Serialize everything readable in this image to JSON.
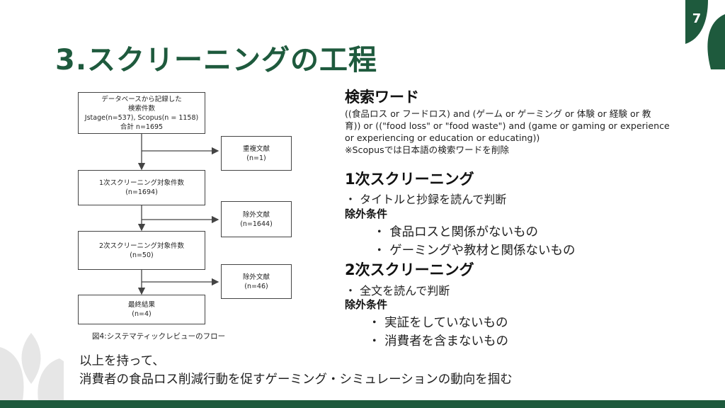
{
  "slide": {
    "page_number": "7",
    "title": "3.スクリーニングの工程",
    "colors": {
      "accent": "#1e5a3d",
      "leaf_light": "#e6e6e6"
    }
  },
  "flowchart": {
    "boxes": [
      {
        "lines": [
          "データベースから記録した",
          "検索件数",
          "Jstage(n=537), Scopus(n = 1158)",
          "合計 n=1695"
        ]
      },
      {
        "lines": [
          "1次スクリーニング対象件数",
          "(n=1694)"
        ]
      },
      {
        "lines": [
          "2次スクリーニング対象件数",
          "(n=50)"
        ]
      },
      {
        "lines": [
          "最終結果",
          "(n=4)"
        ]
      }
    ],
    "side_boxes": [
      {
        "lines": [
          "重複文献",
          "(n=1)"
        ]
      },
      {
        "lines": [
          "除外文献",
          "(n=1644)"
        ]
      },
      {
        "lines": [
          "除外文献",
          "(n=46)"
        ]
      }
    ],
    "caption": "図4:システマティックレビューのフロー"
  },
  "search": {
    "heading": "検索ワード",
    "lines": [
      "((食品ロス or フードロス) and (ゲーム or ゲーミング or 体験 or 経験 or 教",
      "育)) or ((\"food loss\" or \"food waste\") and (game or gaming or experience",
      "or experiencing or education or educating))",
      "※Scopusでは日本語の検索ワードを削除"
    ]
  },
  "screening1": {
    "heading": "1次スクリーニング",
    "bullet": "・ タイトルと抄録を読んで判断",
    "condition_label": "除外条件",
    "conditions": [
      "・ 食品ロスと関係がないもの",
      "・ ゲーミングや教材と関係ないもの"
    ]
  },
  "screening2": {
    "heading": "2次スクリーニング",
    "bullet": "・ 全文を読んで判断",
    "condition_label": "除外条件",
    "conditions": [
      "・ 実証をしていないもの",
      "・ 消費者を含まないもの"
    ]
  },
  "conclusion": {
    "lines": [
      "以上を持って、",
      "消費者の食品ロス削減行動を促すゲーミング・シミュレーションの動向を掴む"
    ]
  }
}
